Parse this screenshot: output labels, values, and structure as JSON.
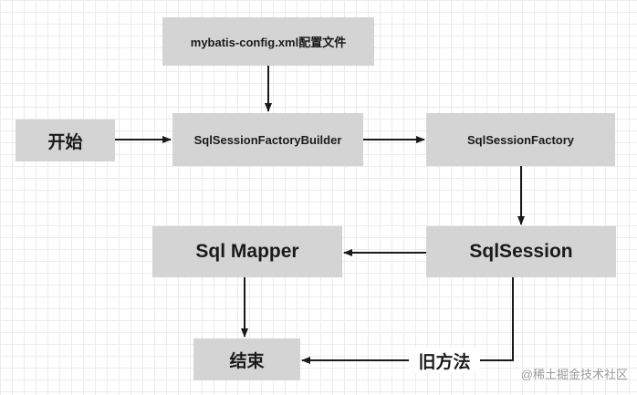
{
  "nodes": {
    "config": "mybatis-config.xml配置文件",
    "start": "开始",
    "builder": "SqlSessionFactoryBuilder",
    "factory": "SqlSessionFactory",
    "mapper": "Sql Mapper",
    "session": "SqlSession",
    "end": "结束"
  },
  "edge_labels": {
    "old_method": "旧方法"
  },
  "edges": [
    {
      "from": "config",
      "to": "builder"
    },
    {
      "from": "start",
      "to": "builder"
    },
    {
      "from": "builder",
      "to": "factory"
    },
    {
      "from": "factory",
      "to": "session"
    },
    {
      "from": "session",
      "to": "mapper"
    },
    {
      "from": "mapper",
      "to": "end"
    },
    {
      "from": "session",
      "to": "end",
      "label": "旧方法"
    }
  ],
  "watermark": "@稀土掘金技术社区",
  "colors": {
    "node_fill": "#d4d4d4",
    "edge": "#1a1a1a",
    "grid": "#ececec"
  }
}
